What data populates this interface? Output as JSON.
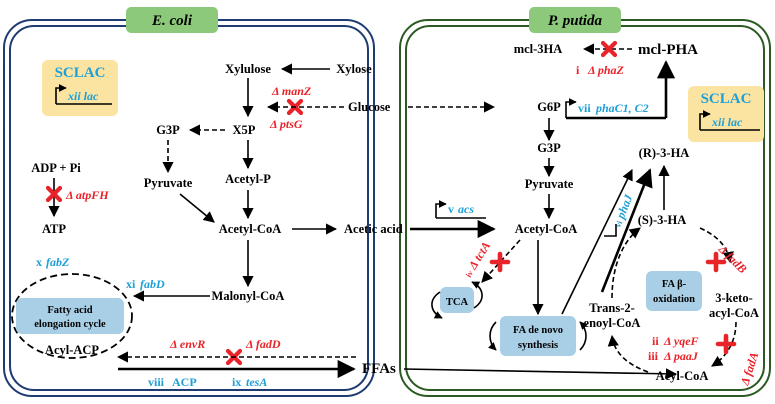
{
  "cells": {
    "ecoli_label": "E. coli",
    "putida_label": "P. putida"
  },
  "colors": {
    "ecoli_border": "#1f3b73",
    "putida_border": "#2b5a23",
    "cell_label_bg": "#8dc97a",
    "sclac_bg": "#fbe3a2",
    "box_bg": "#a9cfe6",
    "deletion_red": "#e8232a",
    "overexpression_blue": "#1e9fd6"
  },
  "sclac": {
    "title": "SCLAC",
    "ecoli_promoter": "xii lac",
    "putida_promoter": "xii lac"
  },
  "metabolites": {
    "xylose": "Xylose",
    "xylulose": "Xylulose",
    "glucose": "Glucose",
    "x5p": "X5P",
    "g3p_ecoli": "G3P",
    "pyruvate_ecoli": "Pyruvate",
    "acetyl_p": "Acetyl-P",
    "acetyl_coa_ecoli": "Acetyl-CoA",
    "acetic_acid": "Acetic acid",
    "malonyl_coa": "Malonyl-CoA",
    "acyl_acp": "Acyl-ACP",
    "ffas": "FFAs",
    "adp_pi": "ADP + Pi",
    "atp": "ATP",
    "g6p": "G6P",
    "g3p_putida": "G3P",
    "pyruvate_putida": "Pyruvate",
    "acetyl_coa_putida": "Acetyl-CoA",
    "mcl_3ha": "mcl-3HA",
    "mcl_pha": "mcl-PHA",
    "r_3ha": "(R)-3-HA",
    "s_3ha": "(S)-3-HA",
    "keto_acyl_coa_1": "3-keto-",
    "keto_acyl_coa_2": "acyl-CoA",
    "trans_enoyl_1": "Trans-2-",
    "trans_enoyl_2": "enoyl-CoA",
    "acyl_coa": "Acyl-CoA"
  },
  "boxes": {
    "fa_elongation_1": "Fatty acid",
    "fa_elongation_2": "elongation cycle",
    "tca": "TCA",
    "fa_denovo_1": "FA de novo",
    "fa_denovo_2": "synthesis",
    "fa_beta_1": "FA β-",
    "fa_beta_2": "oxidation"
  },
  "deletions": {
    "manz": "Δ manZ",
    "ptsg": "Δ ptsG",
    "atpfh": "Δ atpFH",
    "envr": "Δ envR",
    "fadd": "Δ fadD",
    "phaz_num": "i",
    "phaz": "Δ phaZ",
    "tcta_num": "iv",
    "tcta": "Δ tctA",
    "fadb": "Δ fadB",
    "yqef_num": "ii",
    "yqef": "Δ yqeF",
    "paaj_num": "iii",
    "paaj": "Δ paaJ",
    "fada": "Δ fadA"
  },
  "overexpressions": {
    "fabz_num": "x",
    "fabz": "fabZ",
    "fabd_num": "xi",
    "fabd": "fabD",
    "acp_num": "viii",
    "acp": "ACP",
    "tesa_num": "ix",
    "tesa": "tesA",
    "acs_num": "v",
    "acs": "acs",
    "phac_num": "vii",
    "phac": "phaC1, C2",
    "phaj_num": "vi",
    "phaj": "phaJ"
  }
}
